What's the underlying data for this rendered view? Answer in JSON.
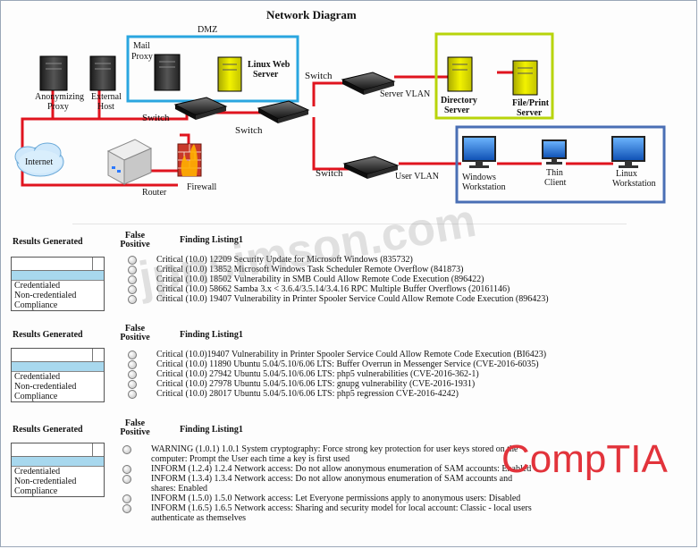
{
  "diagram": {
    "title": "Network Diagram",
    "dmz_label": "DMZ",
    "nodes": {
      "mail_proxy": [
        "Mail",
        "Proxy"
      ],
      "linux_web_server": [
        "Linux Web",
        "Server"
      ],
      "anonymizing_proxy": [
        "Anonymizing",
        "Proxy"
      ],
      "external_host": [
        "External",
        "Host"
      ],
      "internet": "Internet",
      "router": "Router",
      "firewall": "Firewall",
      "switch_left": "Switch",
      "switch_middle": "Switch",
      "switch_server": "Switch",
      "switch_user": "Switch",
      "server_vlan": "Server VLAN",
      "user_vlan": "User VLAN",
      "directory_server": [
        "Directory",
        "Server"
      ],
      "file_print_server": [
        "File/Print",
        "Server"
      ],
      "windows_workstation": [
        "Windows",
        "Workstation"
      ],
      "thin_client": [
        "Thin",
        "Client"
      ],
      "linux_workstation": [
        "Linux",
        "Workstation"
      ]
    }
  },
  "sections": [
    {
      "results_label": "Results Generated",
      "false_positive_label": [
        "False",
        "Positive"
      ],
      "finding_label": "Finding Listing1",
      "options": [
        "Credentialed",
        "Non-credentialed",
        "Compliance"
      ],
      "findings": [
        [
          "Critical (10.0) 12209 Security Update for Microsoft Windows (835732)"
        ],
        [
          "Critical (10.0) 13852 Microsoft Windows Task Scheduler Remote Overflow (841873)"
        ],
        [
          "Critical (10.0) 18502 Vulnerability in SMB Could Allow Remote Code Execution (896422)"
        ],
        [
          "Critical (10.0) 58662 Samba 3.x < 3.6.4/3.5.14/3.4.16 RPC Multiple Buffer Overflows (20161146)"
        ],
        [
          "Critical (10.0) 19407 Vulnerability in Printer Spooler Service Could Allow Remote Code Execution (896423)"
        ]
      ]
    },
    {
      "results_label": "Results Generated",
      "false_positive_label": [
        "False",
        "Positive"
      ],
      "finding_label": "Finding Listing1",
      "options": [
        "Credentialed",
        "Non-credentialed",
        "Compliance"
      ],
      "findings": [
        [
          "Critical (10.0)19407 Vulnerability in Printer Spooler Service Could Allow Remote Code Execution (BI6423)"
        ],
        [
          "Critical (10.0) 11890 Ubuntu 5.04/5.10/6.06 LTS: Buffer Overrun in Messenger Service (CVE-2016-6035)"
        ],
        [
          "Critical (10.0) 27942 Ubuntu 5.04/5.10/6.06 LTS: php5 vulnerabilities (CVE-2016-362-1)"
        ],
        [
          "Critical (10.0) 27978 Ubuntu 5.04/5.10/6.06 LTS: gnupg vulnerability (CVE-2016-1931)"
        ],
        [
          "Critical (10.0) 28017 Ubuntu 5.04/5.10/6.06 LTS: php5 regression CVE-2016-4242)"
        ]
      ]
    },
    {
      "results_label": "Results Generated",
      "false_positive_label": [
        "False",
        "Positive"
      ],
      "finding_label": "Finding Listing1",
      "options": [
        "Credentialed",
        "Non-credentialed",
        "Compliance"
      ],
      "findings": [
        [
          "WARNING (1.0.1) 1.0.1 System cryptography: Force strong key protection for user keys stored on the",
          "computer: Prompt the User each time a key is first used"
        ],
        [
          "INFORM (1.2.4) 1.2.4 Network access: Do not allow anonymous enumeration of SAM accounts: Enabled"
        ],
        [
          "INFORM (1.3.4) 1.3.4 Network access: Do not allow anonymous enumeration of SAM accounts and",
          "shares: Enabled"
        ],
        [
          "INFORM (1.5.0) 1.5.0 Network access: Let Everyone permissions apply to anonymous users: Disabled"
        ],
        [
          "INFORM (1.6.5) 1.6.5 Network access: Sharing and security model for local account: Classic - local users",
          "authenticate as themselves"
        ]
      ]
    }
  ],
  "watermarks": {
    "site": "jpnsimson.com",
    "brand": "CompTIA"
  },
  "colors": {
    "link": "#e0141e",
    "dmz_box": "#2aa6e0",
    "server_box": "#b8d40a",
    "user_box": "#4a6fb5",
    "server_yellow": "#e6e600",
    "listbox_highlight": "#a8d8ee",
    "brand": "#e2333b"
  }
}
